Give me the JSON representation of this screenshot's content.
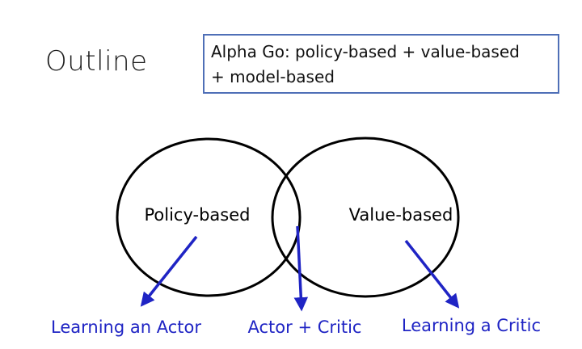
{
  "slide": {
    "title": "Outline",
    "note": {
      "line1": "Alpha Go: policy-based + value-based",
      "line2": "+ model-based"
    }
  },
  "diagram": {
    "sets": [
      {
        "label": "Policy-based"
      },
      {
        "label": "Value-based"
      }
    ],
    "outcomes": [
      {
        "label": "Learning an Actor"
      },
      {
        "label": "Actor + Critic"
      },
      {
        "label": "Learning a Critic"
      }
    ],
    "colors": {
      "circle_stroke": "#000000",
      "arrow": "#1f24c4",
      "outcome_text": "#1f24c4",
      "box_border": "#4f6fb7"
    }
  }
}
